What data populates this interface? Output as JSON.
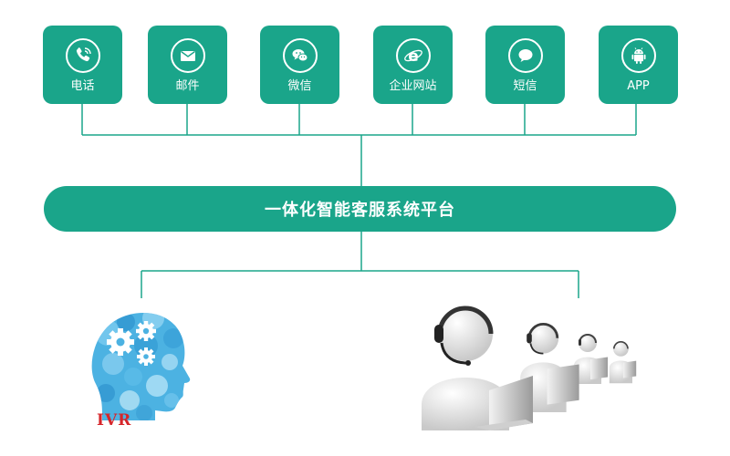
{
  "colors": {
    "accent": "#1aa58a",
    "connector": "#1aa58a",
    "ivr_text": "#d6262b",
    "head_blue": "#3fa5dc"
  },
  "channels": [
    {
      "label": "电话",
      "icon": "phone-icon"
    },
    {
      "label": "邮件",
      "icon": "mail-icon"
    },
    {
      "label": "微信",
      "icon": "wechat-icon"
    },
    {
      "label": "企业网站",
      "icon": "ie-icon"
    },
    {
      "label": "短信",
      "icon": "sms-icon"
    },
    {
      "label": "APP",
      "icon": "android-icon"
    }
  ],
  "platform": {
    "label": "一体化智能客服系统平台"
  },
  "bottom": {
    "ivr": {
      "label": "IVR",
      "icon": "head-gears-icon"
    },
    "agents": {
      "icon": "call-center-agents-icon"
    }
  }
}
